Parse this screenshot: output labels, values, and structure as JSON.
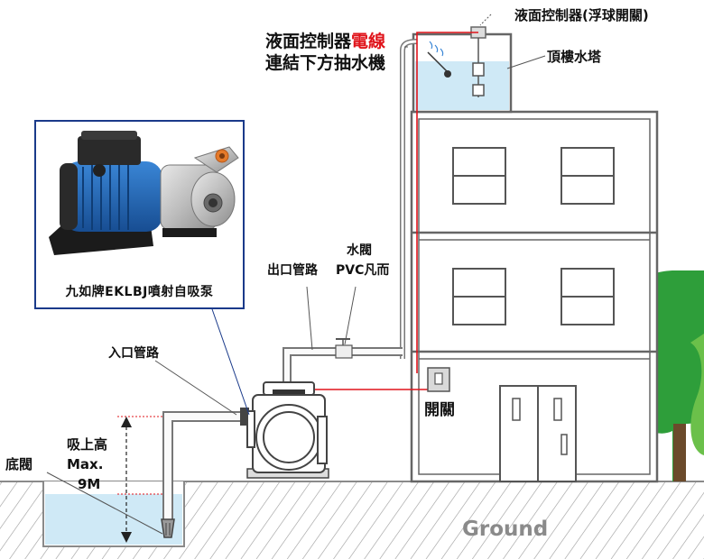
{
  "labels": {
    "float_switch": "液面控制器(浮球開關)",
    "wire_note_line1_black": "液面控制器",
    "wire_note_line1_red": "電線",
    "wire_note_line2": "連結下方抽水機",
    "rooftop_tank": "頂樓水塔",
    "water_valve": "水閥",
    "outlet_pipe": "出口管路",
    "pvc_valve": "PVC凡而",
    "inlet_pipe": "入口管路",
    "switch": "開關",
    "suction_lift_line1": "吸上高",
    "suction_lift_line2": "Max.",
    "suction_lift_line3": "9M",
    "foot_valve": "底閥",
    "ground": "Ground"
  },
  "product": {
    "caption": "九如牌EKLBJ噴射自吸泵"
  },
  "colors": {
    "water": "#cfe9f6",
    "wire": "#e0141b",
    "product_border": "#1a3a8a",
    "tree": "#2e9e3a",
    "trunk": "#6b4a2b",
    "motor_blue": "#1c5fae"
  }
}
